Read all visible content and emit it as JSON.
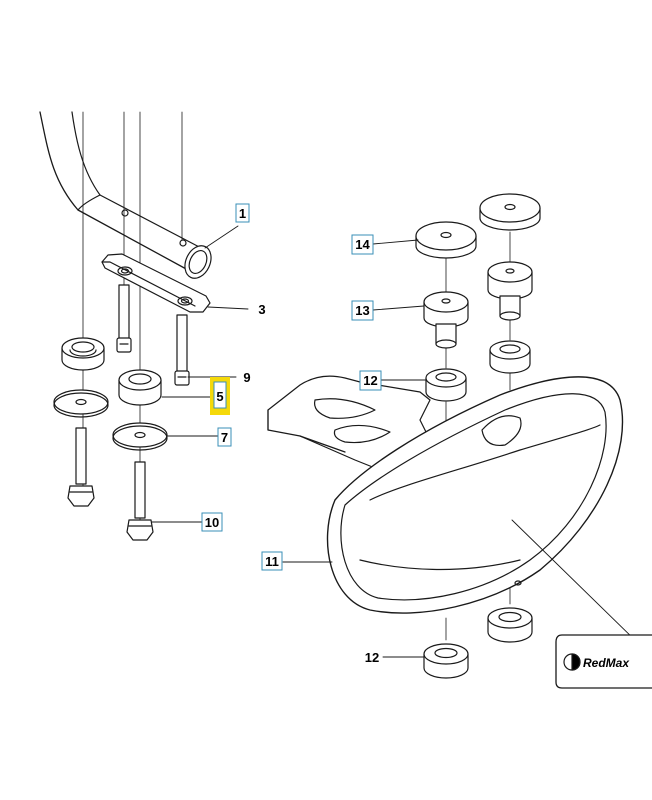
{
  "diagram": {
    "callouts": [
      {
        "id": "c1",
        "label": "1",
        "boxed": true,
        "highlighted": false
      },
      {
        "id": "c3",
        "label": "3",
        "boxed": false,
        "highlighted": false
      },
      {
        "id": "c9",
        "label": "9",
        "boxed": false,
        "highlighted": false
      },
      {
        "id": "c5",
        "label": "5",
        "boxed": true,
        "highlighted": true
      },
      {
        "id": "c7",
        "label": "7",
        "boxed": true,
        "highlighted": false
      },
      {
        "id": "c10",
        "label": "10",
        "boxed": true,
        "highlighted": false
      },
      {
        "id": "c11",
        "label": "11",
        "boxed": true,
        "highlighted": false
      },
      {
        "id": "c14",
        "label": "14",
        "boxed": true,
        "highlighted": false
      },
      {
        "id": "c13",
        "label": "13",
        "boxed": true,
        "highlighted": false
      },
      {
        "id": "c12a",
        "label": "12",
        "boxed": true,
        "highlighted": false
      },
      {
        "id": "c12b",
        "label": "12",
        "boxed": false,
        "highlighted": false
      }
    ],
    "logo_text": "RedMax",
    "colors": {
      "line": "#1a1a1a",
      "callout_box": "#3a8fb7",
      "highlight": "#f5d90a"
    }
  }
}
